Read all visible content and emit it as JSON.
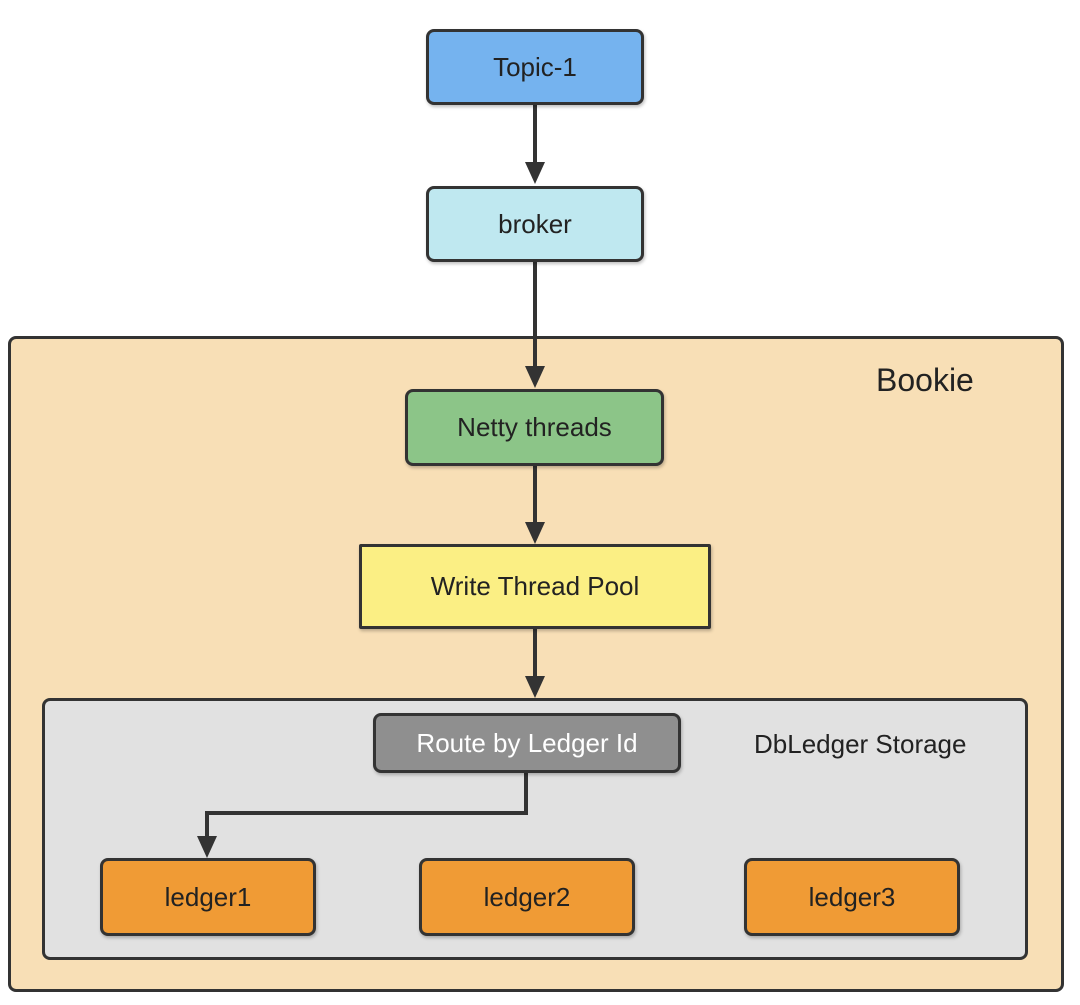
{
  "diagram": {
    "nodes": {
      "topic": {
        "label": "Topic-1",
        "color": "#75b3ef"
      },
      "broker": {
        "label": "broker",
        "color": "#bfe8f0"
      },
      "netty": {
        "label": "Netty threads",
        "color": "#8cc588"
      },
      "write_pool": {
        "label": "Write Thread Pool",
        "color": "#fbef84"
      },
      "route": {
        "label": "Route by Ledger Id",
        "color": "#8f8f8f",
        "text_color": "#ffffff"
      },
      "ledger1": {
        "label": "ledger1",
        "color": "#f09b35"
      },
      "ledger2": {
        "label": "ledger2",
        "color": "#f09b35"
      },
      "ledger3": {
        "label": "ledger3",
        "color": "#f09b35"
      }
    },
    "regions": {
      "bookie": {
        "label": "Bookie",
        "color": "#f8dfb6"
      },
      "dbledger": {
        "label": "DbLedger Storage",
        "color": "#e1e1e1"
      }
    },
    "edges": [
      {
        "from": "Topic-1",
        "to": "broker"
      },
      {
        "from": "broker",
        "to": "Netty threads"
      },
      {
        "from": "Netty threads",
        "to": "Write Thread Pool"
      },
      {
        "from": "Write Thread Pool",
        "to": "DbLedger Storage"
      },
      {
        "from": "Route by Ledger Id",
        "to": "ledger1"
      }
    ],
    "edge_color": "#333333"
  }
}
